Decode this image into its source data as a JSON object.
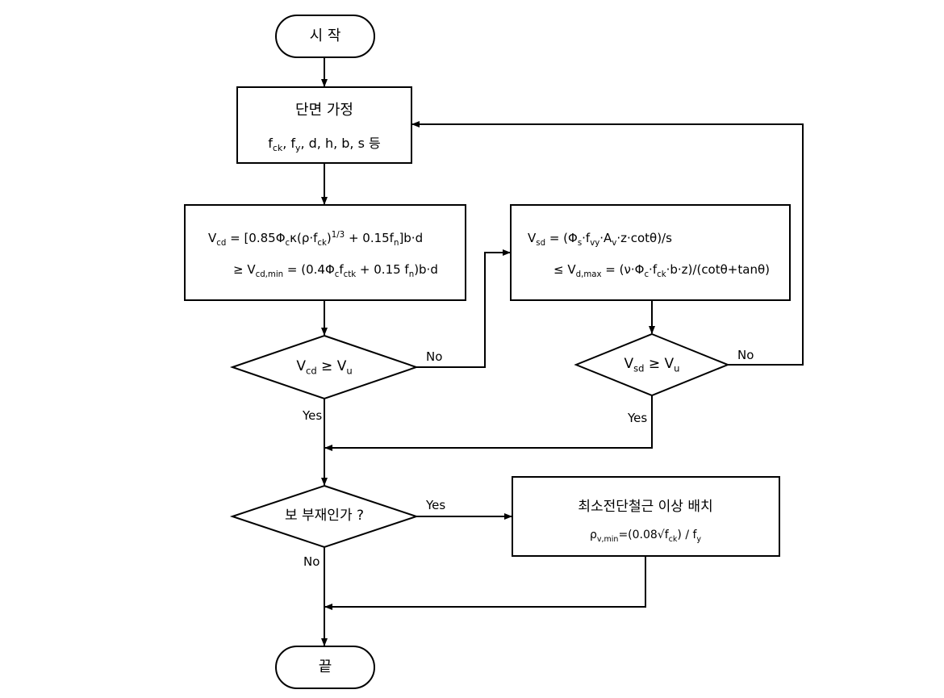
{
  "nodes": {
    "start": {
      "text": "시 작"
    },
    "assume": {
      "title": "단면 가정",
      "vars": [
        "f",
        "ck",
        ", f",
        "y",
        ", d, h, b, s 등"
      ]
    },
    "vcd": {
      "line1": [
        "V",
        "cd",
        " = [0.85Φ",
        "c",
        "κ(ρ·f",
        "ck",
        ")",
        "1/3",
        " + 0.15f",
        "n",
        "]b·d"
      ],
      "line2": [
        "≥ V",
        "cd,min",
        " = (0.4Φ",
        "c",
        "f",
        "ctk",
        " + 0.15 f",
        "n",
        ")b·d"
      ]
    },
    "vsd": {
      "line1": [
        "V",
        "sd",
        "  = (Φ",
        "s",
        "·f",
        "vy",
        "·A",
        "v",
        "·z·cotθ)/s"
      ],
      "line2": [
        "≤ V",
        "d,max",
        " = (ν·Φ",
        "c",
        "·f",
        "ck",
        "·b·z)/(cotθ+tanθ)"
      ]
    },
    "dec1": [
      "V",
      "cd",
      " ≥ V",
      "u"
    ],
    "dec2": [
      "V",
      "sd",
      " ≥ V",
      "u"
    ],
    "dec3": {
      "text": "보 부재인가 ?"
    },
    "minshear": {
      "title": "최소전단철근 이상 배치",
      "formula": [
        "ρ",
        "v,min",
        "=(0.08√f",
        "ck",
        ") / f",
        "y"
      ]
    },
    "end": {
      "text": "끝"
    }
  },
  "edges": {
    "dec1_no": "No",
    "dec1_yes": "Yes",
    "dec2_no": "No",
    "dec2_yes": "Yes",
    "dec3_yes": "Yes",
    "dec3_no": "No"
  },
  "style": {
    "stroke": "#000000",
    "fill": "#ffffff"
  }
}
